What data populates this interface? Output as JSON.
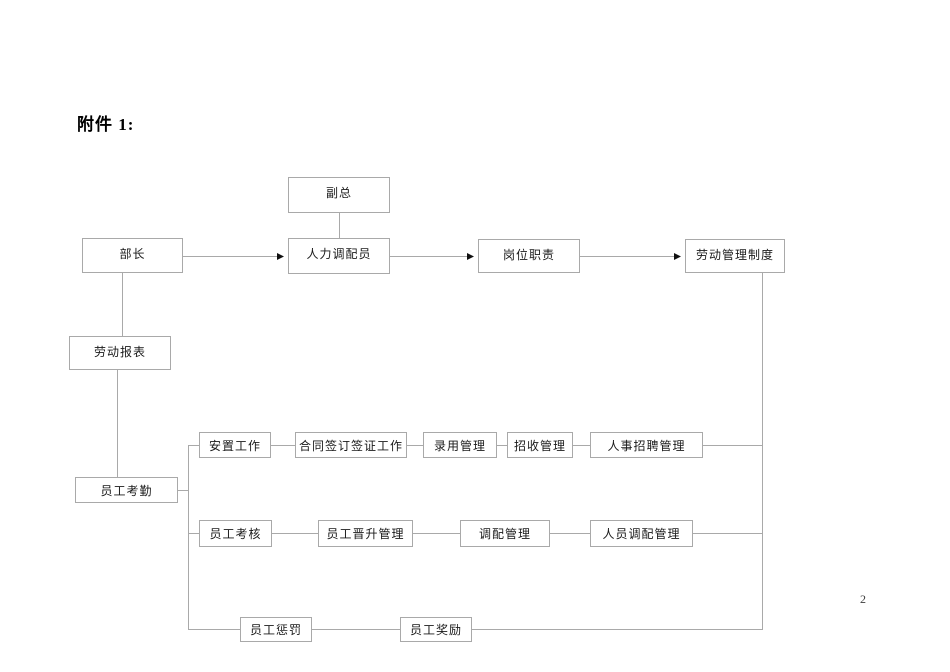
{
  "page": {
    "title": "附件 1:",
    "page_number": "2"
  },
  "diagram": {
    "colors": {
      "box_border": "#a9a9a9",
      "connector_line": "#a9a9a9",
      "arrowhead": "#111111",
      "text": "#1a1a1a"
    },
    "nodes": {
      "vice_gm": {
        "label": "副总"
      },
      "minister": {
        "label": "部长"
      },
      "hr_dispatcher": {
        "label": "人力调配员"
      },
      "job_duties": {
        "label": "岗位职责"
      },
      "labor_mgmt_system": {
        "label": "劳动管理制度"
      },
      "labor_report": {
        "label": "劳动报表"
      },
      "attendance": {
        "label": "员工考勤"
      },
      "placement": {
        "label": "安置工作"
      },
      "contract_visa": {
        "label": "合同签订签证工作"
      },
      "hiring_mgmt": {
        "label": "录用管理"
      },
      "recruit_mgmt": {
        "label": "招收管理"
      },
      "hr_recruit_mgmt": {
        "label": "人事招聘管理"
      },
      "assessment": {
        "label": "员工考核"
      },
      "promotion_mgmt": {
        "label": "员工晋升管理"
      },
      "deploy_mgmt": {
        "label": "调配管理"
      },
      "personnel_deploy_mgmt": {
        "label": "人员调配管理"
      },
      "punishment": {
        "label": "员工惩罚"
      },
      "reward": {
        "label": "员工奖励"
      }
    },
    "edges": [
      {
        "from": "vice_gm",
        "to": "hr_dispatcher",
        "arrow": false
      },
      {
        "from": "minister",
        "to": "hr_dispatcher",
        "arrow": true
      },
      {
        "from": "hr_dispatcher",
        "to": "job_duties",
        "arrow": true
      },
      {
        "from": "job_duties",
        "to": "labor_mgmt_system",
        "arrow": true
      },
      {
        "from": "minister",
        "to": "labor_report",
        "arrow": false
      },
      {
        "from": "labor_report",
        "to": "attendance",
        "arrow": false
      },
      {
        "from": "attendance",
        "to": "placement",
        "arrow": false
      },
      {
        "from": "attendance",
        "to": "assessment",
        "arrow": false
      },
      {
        "from": "attendance",
        "to": "punishment",
        "arrow": false
      },
      {
        "from": "placement",
        "to": "contract_visa",
        "arrow": false
      },
      {
        "from": "contract_visa",
        "to": "hiring_mgmt",
        "arrow": false
      },
      {
        "from": "hiring_mgmt",
        "to": "recruit_mgmt",
        "arrow": false
      },
      {
        "from": "recruit_mgmt",
        "to": "hr_recruit_mgmt",
        "arrow": false
      },
      {
        "from": "hr_recruit_mgmt",
        "to": "labor_mgmt_system",
        "arrow": false
      },
      {
        "from": "assessment",
        "to": "promotion_mgmt",
        "arrow": false
      },
      {
        "from": "promotion_mgmt",
        "to": "deploy_mgmt",
        "arrow": false
      },
      {
        "from": "deploy_mgmt",
        "to": "personnel_deploy_mgmt",
        "arrow": false
      },
      {
        "from": "personnel_deploy_mgmt",
        "to": "labor_mgmt_system",
        "arrow": false
      },
      {
        "from": "punishment",
        "to": "reward",
        "arrow": false
      },
      {
        "from": "reward",
        "to": "labor_mgmt_system",
        "arrow": false
      }
    ]
  }
}
